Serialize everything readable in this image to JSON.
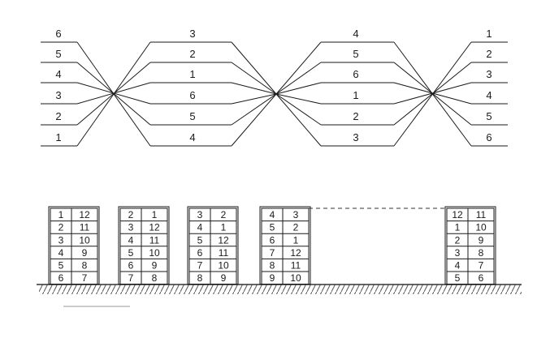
{
  "top_diagram": {
    "col1": [
      "6",
      "5",
      "4",
      "3",
      "2",
      "1"
    ],
    "col2": [
      "3",
      "2",
      "1",
      "6",
      "5",
      "4"
    ],
    "col3": [
      "4",
      "5",
      "6",
      "1",
      "2",
      "3"
    ],
    "col4": [
      "1",
      "2",
      "3",
      "4",
      "5",
      "6"
    ]
  },
  "stacks": [
    {
      "rows": [
        [
          "1",
          "12"
        ],
        [
          "2",
          "11"
        ],
        [
          "3",
          "10"
        ],
        [
          "4",
          "9"
        ],
        [
          "5",
          "8"
        ],
        [
          "6",
          "7"
        ]
      ]
    },
    {
      "rows": [
        [
          "2",
          "1"
        ],
        [
          "3",
          "12"
        ],
        [
          "4",
          "11"
        ],
        [
          "5",
          "10"
        ],
        [
          "6",
          "9"
        ],
        [
          "7",
          "8"
        ]
      ]
    },
    {
      "rows": [
        [
          "3",
          "2"
        ],
        [
          "4",
          "1"
        ],
        [
          "5",
          "12"
        ],
        [
          "6",
          "11"
        ],
        [
          "7",
          "10"
        ],
        [
          "8",
          "9"
        ]
      ]
    },
    {
      "rows": [
        [
          "4",
          "3"
        ],
        [
          "5",
          "2"
        ],
        [
          "6",
          "1"
        ],
        [
          "7",
          "12"
        ],
        [
          "8",
          "11"
        ],
        [
          "9",
          "10"
        ]
      ]
    },
    {
      "rows": [
        [
          "12",
          "11"
        ],
        [
          "1",
          "10"
        ],
        [
          "2",
          "9"
        ],
        [
          "3",
          "8"
        ],
        [
          "4",
          "7"
        ],
        [
          "5",
          "6"
        ]
      ]
    }
  ],
  "colors": {
    "ink": "#1a1a1a",
    "paper": "#ffffff"
  }
}
